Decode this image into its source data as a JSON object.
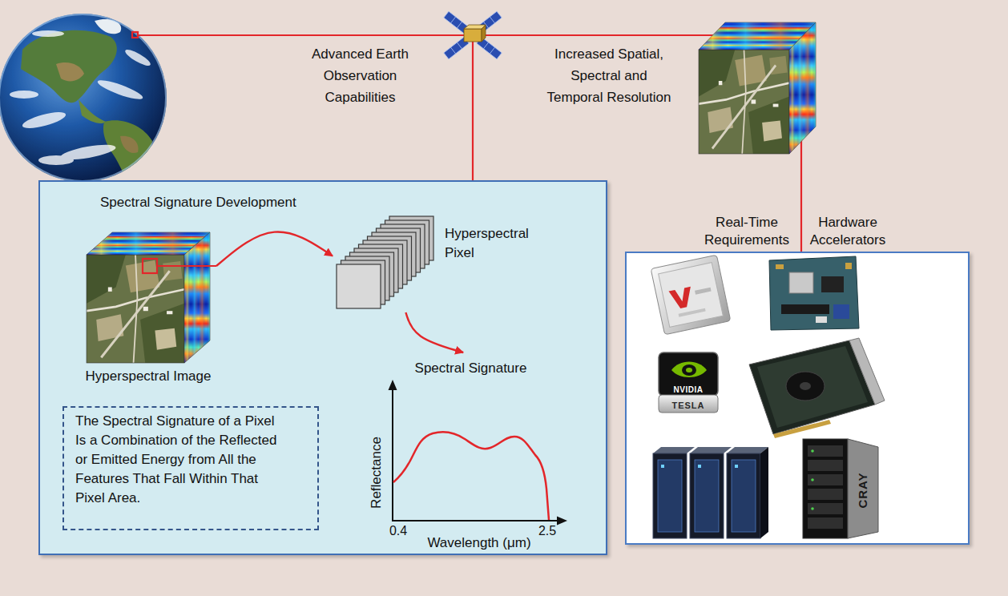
{
  "diagram": {
    "nodes": [
      {
        "text": [
          "Spectral Signature Development"
        ]
      },
      {
        "text": [
          "Hyperspectral Image"
        ],
        "in": 0
      },
      {
        "text": [
          "Hyperspectral Pixel"
        ],
        "in": 0
      },
      {
        "text": [
          "Spectral Signature"
        ],
        "in": 0
      },
      {
        "text": [
          "The Spectral Signature of a Pixel Is a Combination of the Reflected or Emitted Energy from All the Features That Fall Within That Pixel Area."
        ],
        "in": 0
      },
      {
        "text": [
          "Real-Time Requirements",
          "Hardware Accelerators"
        ]
      }
    ],
    "edges": [
      {
        "from": 1,
        "to": 2,
        "arrow": "to"
      },
      {
        "from": 2,
        "to": 3,
        "arrow": "to"
      }
    ],
    "labels": [
      "Advanced Earth Observation Capabilities",
      "Increased Spatial, Spectral and Temporal Resolution",
      "Reflectance",
      "0.4",
      "2.5",
      "Wavelength (μm)",
      "NVIDIA",
      "TESLA",
      "CRAY"
    ]
  }
}
